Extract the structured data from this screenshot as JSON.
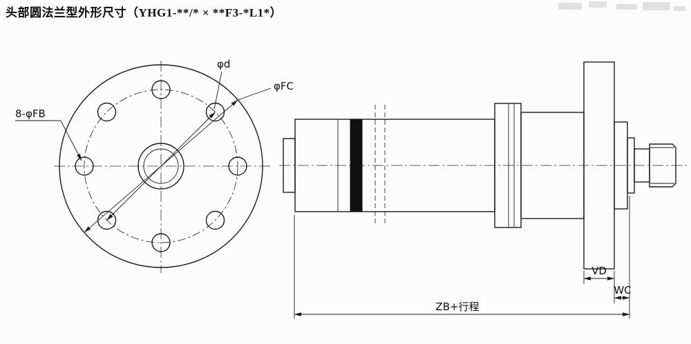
{
  "title": "头部圆法兰型外形尺寸（YHG1-**/* × **F3-*L1*）",
  "colors": {
    "ink": "#1a1a1a",
    "paper": "#fcfcfc"
  },
  "front_view": {
    "bolt_hole_label": "8-φFB",
    "bolt_circle_dia_label": "φd",
    "flange_dia_label": "φFC",
    "bolt_hole_count": 8
  },
  "side_view": {
    "flange_thickness_label": "VD",
    "gland_width_label": "WC",
    "overall_length_label": "ZB+行程"
  }
}
